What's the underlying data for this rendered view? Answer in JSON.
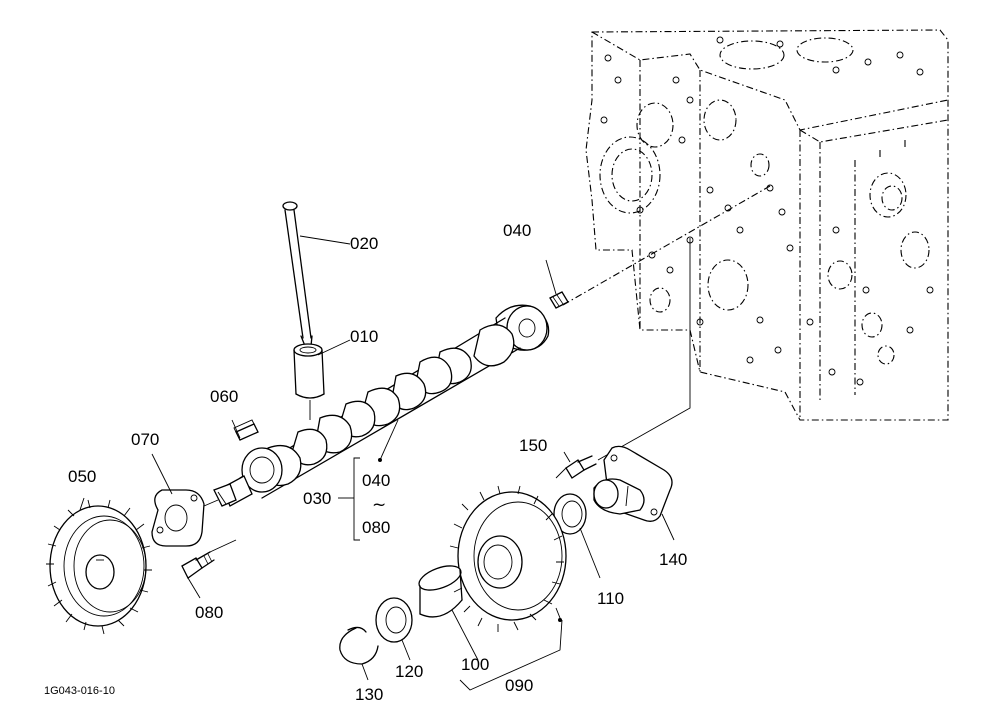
{
  "drawing_id": "1G043-016-10",
  "callouts": {
    "push_rod": "020",
    "tappet": "010",
    "plug": "040",
    "key": "060",
    "camshaft_assembly": "030",
    "range_start": "040",
    "range_sep": "~",
    "range_end": "080",
    "thrust_plate": "070",
    "cam_gear": "050",
    "bolt_thrust": "080",
    "bolt_idle": "150",
    "idle_shaft": "140",
    "collar": "110",
    "idle_gear_assembly": "090",
    "bushing": "100",
    "washer": "120",
    "circlip": "130"
  }
}
